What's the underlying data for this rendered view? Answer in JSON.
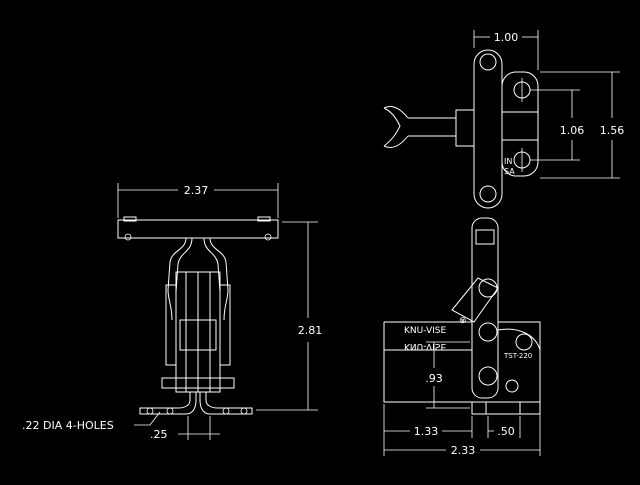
{
  "drawing": {
    "background": "#000000",
    "line_color": "#ffffff",
    "dimensions": {
      "front_width": "2.37",
      "front_height": "2.81",
      "base_offset": ".25",
      "holes_note": ".22 DIA 4-HOLES",
      "top_width": "1.00",
      "top_inner_height": "1.06",
      "top_outer_height": "1.56",
      "side_height": ".93",
      "side_left": "1.33",
      "side_right": ".50",
      "side_overall": "2.33"
    },
    "labels": {
      "brand": "KNU-VISE",
      "brand_mirrored": "KNU-VISE",
      "model": "TST-220",
      "stamp_top": "IN",
      "stamp_bottom": "SA"
    }
  }
}
